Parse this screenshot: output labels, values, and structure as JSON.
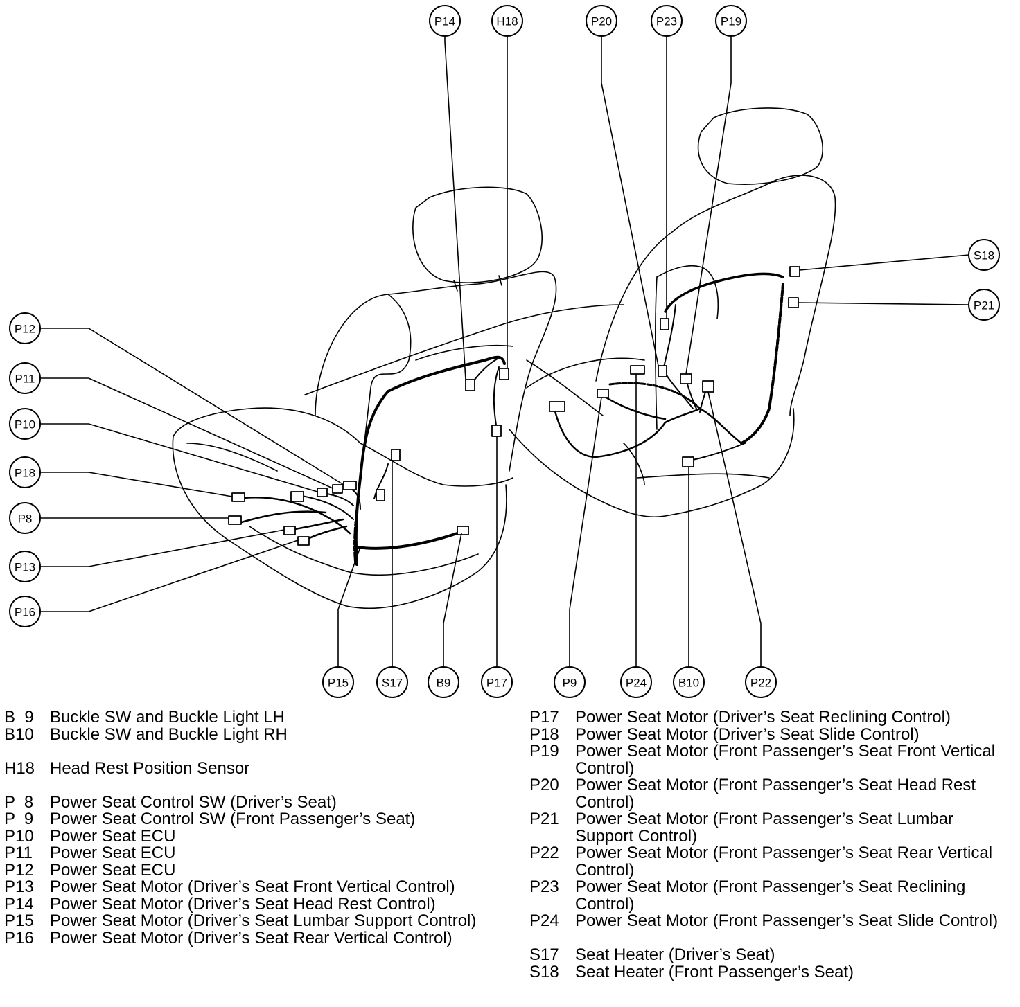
{
  "callouts": {
    "P14": "P14",
    "H18": "H18",
    "P20": "P20",
    "P23": "P23",
    "P19": "P19",
    "S18": "S18",
    "P21": "P21",
    "P12": "P12",
    "P11": "P11",
    "P10": "P10",
    "P18": "P18",
    "P8": "P8",
    "P13": "P13",
    "P16": "P16",
    "P15": "P15",
    "S17": "S17",
    "B9": "B9",
    "P17": "P17",
    "P9": "P9",
    "P24": "P24",
    "B10": "B10",
    "P22": "P22"
  },
  "legend": {
    "left": [
      {
        "code": "B  9",
        "desc": "Buckle SW and Buckle Light LH"
      },
      {
        "code": "B10",
        "desc": "Buckle SW and Buckle Light RH"
      },
      {
        "code": "H18",
        "desc": "Head Rest Position Sensor"
      },
      {
        "code": "P  8",
        "desc": "Power Seat Control SW (Driver’s Seat)"
      },
      {
        "code": "P  9",
        "desc": "Power Seat Control SW (Front Passenger’s Seat)"
      },
      {
        "code": "P10",
        "desc": "Power Seat ECU"
      },
      {
        "code": "P11",
        "desc": "Power Seat ECU"
      },
      {
        "code": "P12",
        "desc": "Power Seat ECU"
      },
      {
        "code": "P13",
        "desc": "Power Seat Motor (Driver’s Seat Front Vertical Control)"
      },
      {
        "code": "P14",
        "desc": "Power Seat Motor (Driver’s Seat Head Rest Control)"
      },
      {
        "code": "P15",
        "desc": "Power Seat Motor (Driver’s Seat Lumbar Support Control)"
      },
      {
        "code": "P16",
        "desc": "Power Seat Motor (Driver’s Seat Rear Vertical Control)"
      }
    ],
    "right": [
      {
        "code": "P17",
        "desc": "Power Seat Motor (Driver’s Seat Reclining Control)"
      },
      {
        "code": "P18",
        "desc": "Power Seat Motor (Driver’s Seat Slide Control)"
      },
      {
        "code": "P19",
        "desc": "Power Seat Motor (Front Passenger’s Seat Front Vertical Control)"
      },
      {
        "code": "P20",
        "desc": "Power Seat Motor (Front Passenger’s Seat Head Rest Control)"
      },
      {
        "code": "P21",
        "desc": "Power Seat Motor (Front Passenger’s Seat Lumbar Support Control)"
      },
      {
        "code": "P22",
        "desc": "Power Seat Motor (Front Passenger’s Seat Rear Vertical Control)"
      },
      {
        "code": "P23",
        "desc": "Power Seat Motor (Front Passenger’s Seat Reclining Control)"
      },
      {
        "code": "P24",
        "desc": "Power Seat Motor (Front Passenger’s Seat Slide Control)"
      },
      {
        "code": "S17",
        "desc": "Seat Heater (Driver’s Seat)"
      },
      {
        "code": "S18",
        "desc": "Seat Heater (Front Passenger’s Seat)"
      }
    ]
  }
}
